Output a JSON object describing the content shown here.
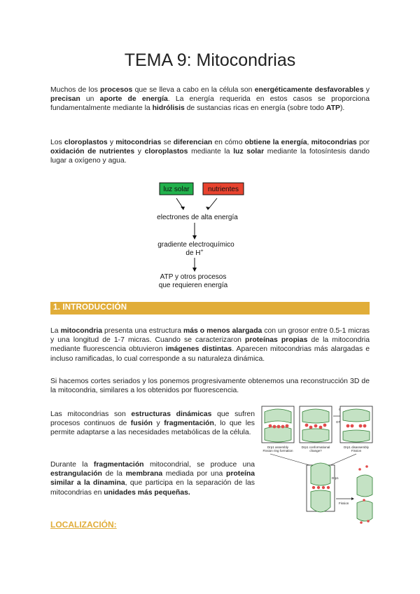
{
  "title": "TEMA 9: Mitocondrias",
  "para1": {
    "t1": "Muchos de los ",
    "b1": "procesos",
    "t2": " que se lleva a cabo en la célula son ",
    "b2": "energéticamente desfavorables",
    "t3": " y ",
    "b3": "precisan",
    "t4": " un ",
    "b4": "aporte de energía",
    "t5": ". La energía requerida en estos casos se proporciona fundamentalmente mediante la ",
    "b5": "hidrólisis",
    "t6": " de sustancias ricas en energía (sobre todo ",
    "b6": "ATP",
    "t7": ")."
  },
  "para2": {
    "t1": "Los ",
    "b1": "cloroplastos",
    "t2": " y ",
    "b2": "mitocondrias",
    "t3": " se ",
    "b3": "diferencian",
    "t4": " en cómo ",
    "b4": "obtiene la energía",
    "t5": ", ",
    "b5": "mitocondrias",
    "t6": " por ",
    "b6": "oxidación de nutrientes",
    "t7": " y ",
    "b7": "cloroplastos",
    "t8": " mediante la ",
    "b8": "luz solar",
    "t9": " mediante la fotosíntesis dando lugar a oxígeno y agua."
  },
  "flow_diagram": {
    "box1": "luz solar",
    "box2": "nutrientes",
    "box1_color": "#22b14c",
    "box2_color": "#e8432f",
    "step1": "electrones de alta energía",
    "step2_line1": "gradiente electroquímico",
    "step2_line2": "de H",
    "step2_sup": "+",
    "step3_line1": "ATP y otros procesos",
    "step3_line2": "que requieren energía"
  },
  "section1": "1. INTRODUCCIÓN",
  "section_color": "#e1ad39",
  "para3": {
    "t1": "La ",
    "b1": "mitocondria",
    "t2": " presenta una estructura ",
    "b2": "más o menos alargada",
    "t3": " con un grosor entre 0.5-1 micras y una longitud de 1-7 micras. Cuando se caracterizaron ",
    "b3": "proteínas propias",
    "t4": " de la mitocondria mediante fluorescencia obtuvieron ",
    "b4": "imágenes distintas",
    "t5": ". Aparecen mitocondrias más alargadas e incluso ramificadas, lo cual corresponde a su naturaleza dinámica."
  },
  "para4": "Si hacemos cortes seriados y los ponemos progresivamente obtenemos una reconstrucción 3D de la mitocondria, similares a los obtenidos por fluorescencia.",
  "para5": {
    "t1": "Las mitocondrias son ",
    "b1": "estructuras dinámicas",
    "t2": " que sufren procesos continuos de ",
    "b2": "fusión",
    "t3": " y ",
    "b3": "fragmentación",
    "t4": ", lo que les permite adaptarse a las necesidades metabólicas de la célula."
  },
  "para6": {
    "t1": "Durante la ",
    "b1": "fragmentación",
    "t2": " mitocondrial, se produce una ",
    "b2": "estrangulación",
    "t3": " de la ",
    "b3": "membrana",
    "t4": " mediada por una ",
    "b4": "proteína similar a la dinamina",
    "t5": ", que participa en la separación de las mitocondrias en ",
    "b5": "unidades más pequeñas."
  },
  "figure": {
    "label1": "Drp1 assembly",
    "label1b": "Fission ring formation",
    "label2": "Drp1 conformational",
    "label2b": "change?",
    "label3": "Drp1 disassembly",
    "label3b": "Fission",
    "gdp": "GDP + Pi",
    "gtp": "GTP",
    "drp1": "Drp1",
    "fission": "Fission",
    "label4": "Drp1 assembly",
    "label5": "Drp1 conformational",
    "label6": "Drp1 disassembly"
  },
  "subheading": "LOCALIZACIÓN:"
}
